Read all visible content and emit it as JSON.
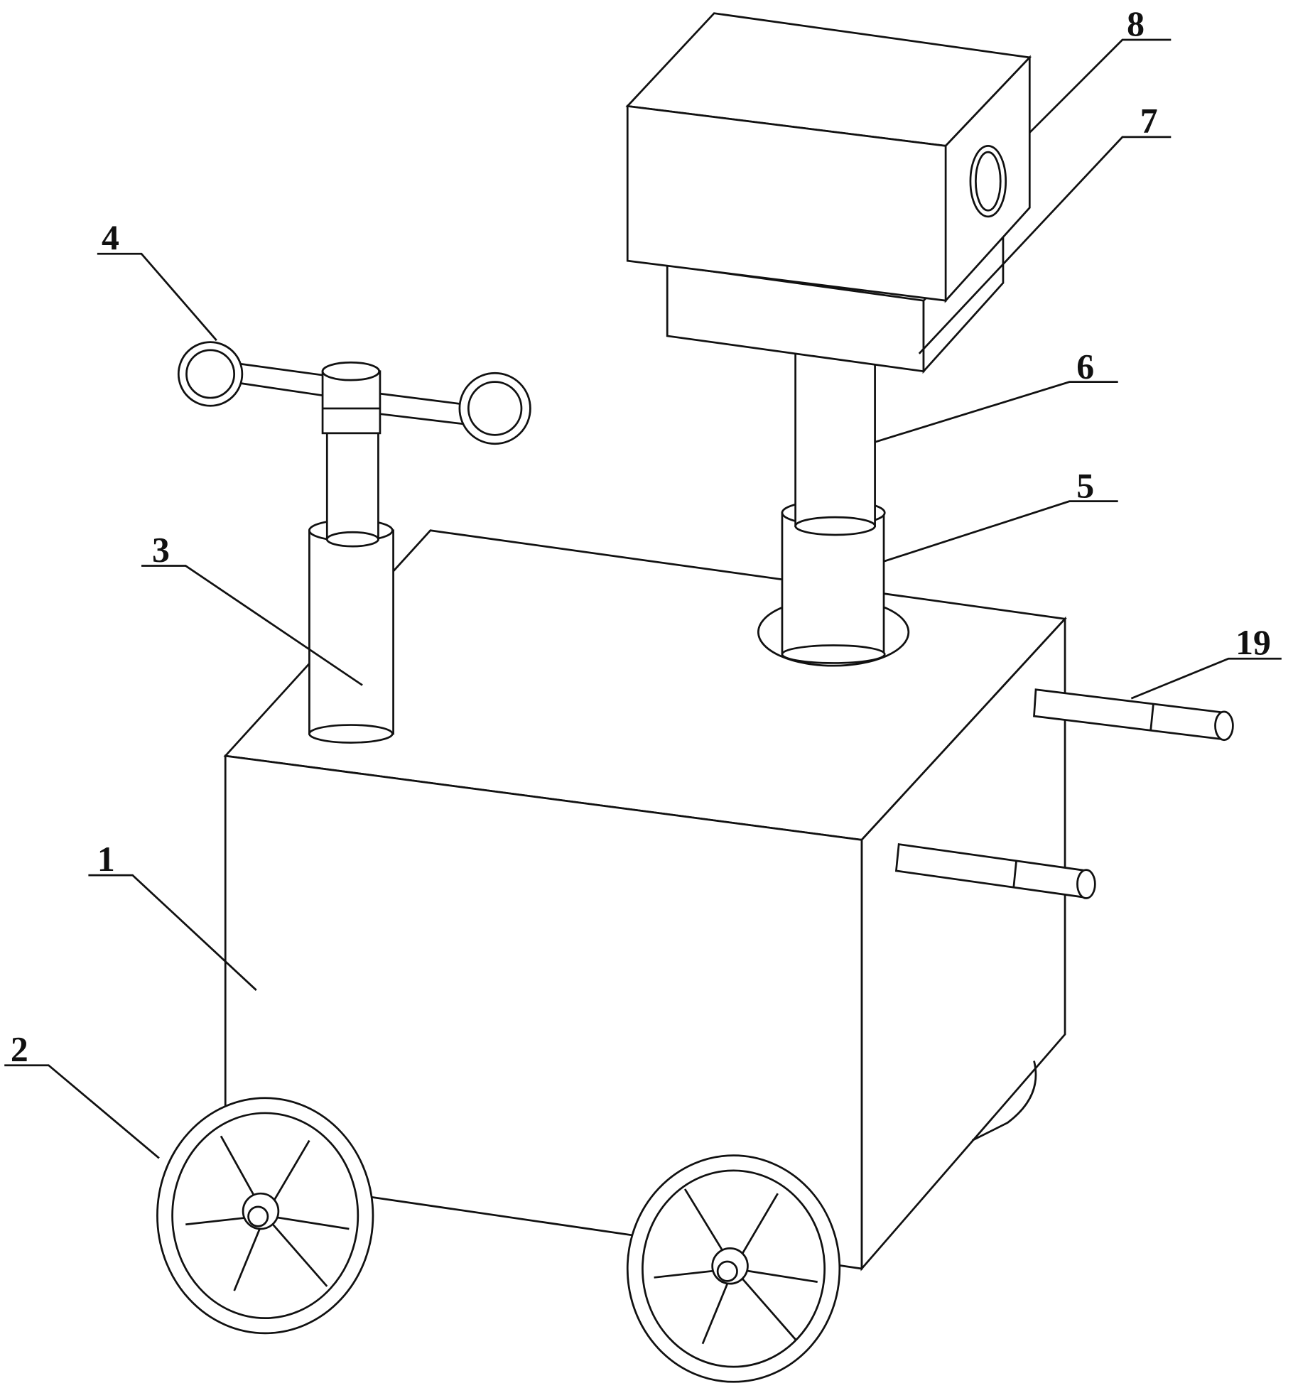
{
  "figure": {
    "labels": {
      "body": "1",
      "wheel": "2",
      "anemometer_pole": "3",
      "anemometer": "4",
      "sleeve": "5",
      "lift_rod": "6",
      "mount": "7",
      "camera": "8",
      "handle": "19"
    }
  }
}
